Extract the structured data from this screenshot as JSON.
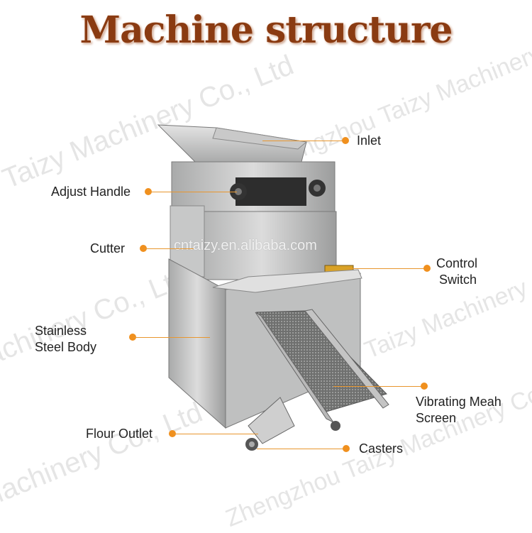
{
  "title": "Machine structure",
  "watermark_text": [
    "Zhengzhou Taizy Machinery Co., Ltd",
    "Taizy Machinery Co., Ltd",
    "Machinery Co., Ltd"
  ],
  "site_text": "cntaizy.en.alibaba.com",
  "accent_color": "#f0901e",
  "title_color": "#8a3b12",
  "labels": {
    "inlet": "Inlet",
    "adjust_handle": "Adjust Handle",
    "cutter": "Cutter",
    "control_switch_1": "Control",
    "control_switch_2": "Switch",
    "stainless_1": "Stainless",
    "stainless_2": "Steel Body",
    "vibrating_1": "Vibrating Meah",
    "vibrating_2": "Screen",
    "flour_outlet": "Flour Outlet",
    "casters": "Casters"
  }
}
